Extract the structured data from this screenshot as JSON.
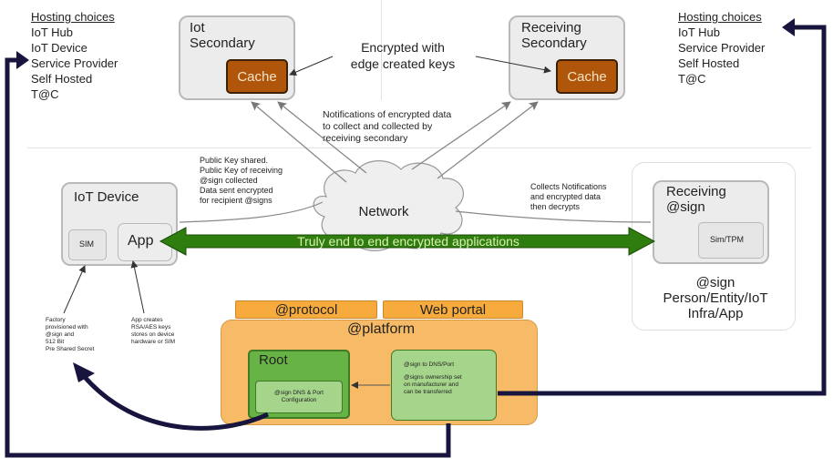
{
  "hosting_left": {
    "heading": "Hosting choices",
    "items": [
      "IoT Hub",
      "IoT Device",
      "Service Provider",
      "Self Hosted",
      "T@C"
    ]
  },
  "hosting_right": {
    "heading": "Hosting choices",
    "items": [
      "IoT Hub",
      "Service Provider",
      "Self Hosted",
      "T@C"
    ]
  },
  "iot_secondary": {
    "title_line1": "Iot",
    "title_line2": "Secondary",
    "cache": "Cache"
  },
  "receiving_secondary": {
    "title_line1": "Receiving",
    "title_line2": "Secondary",
    "cache": "Cache"
  },
  "encrypted_keys": {
    "line1": "Encrypted with",
    "line2": "edge created keys"
  },
  "notifications_note": {
    "line1": "Notifications of encrypted data",
    "line2": "to collect and collected by",
    "line3": "receiving secondary"
  },
  "public_key_note": {
    "lines": [
      "Public Key shared.",
      "Public Key of receiving",
      "@sign collected",
      "Data sent encrypted",
      "for recipient @signs"
    ]
  },
  "network": {
    "label": "Network"
  },
  "collects_note": {
    "lines": [
      "Collects Notifications",
      "and encrypted data",
      "then decrypts"
    ]
  },
  "iot_device": {
    "title": "IoT Device",
    "sim": "SIM",
    "app": "App"
  },
  "receiving_sign": {
    "title_line1": "Receiving",
    "title_line2": "@sign",
    "sim_tpm": "Sim/TPM",
    "desc_line1": "@sign",
    "desc_line2": "Person/Entity/IoT",
    "desc_line3": "Infra/App"
  },
  "e2e_arrow": {
    "label": "Truly end to end encrypted applications"
  },
  "factory_note": {
    "lines": [
      "Factory",
      "provisioned with",
      "@sign and",
      "512 Bit",
      "Pre Shared Secret"
    ]
  },
  "app_note": {
    "lines": [
      "App creates",
      "RSA/AES keys",
      "stores on device",
      "hardware or SIM"
    ]
  },
  "platform": {
    "tab_protocol": "@protocol",
    "tab_webportal": "Web portal",
    "title": "@platform",
    "root_title": "Root",
    "root_inner_line1": "@sign DNS & Port",
    "root_inner_line2": "Configuration",
    "right_lines": [
      "@sign to DNS/Port",
      "",
      "@signs ownership set",
      "on manufacturer and",
      "can be transferred"
    ]
  },
  "colors": {
    "cache_fill": "#b0560a",
    "arrow_green": "#2f7d0e",
    "platform_orange": "#f7ba66",
    "root_green": "#68b345",
    "navy_arrow": "#17143d"
  }
}
